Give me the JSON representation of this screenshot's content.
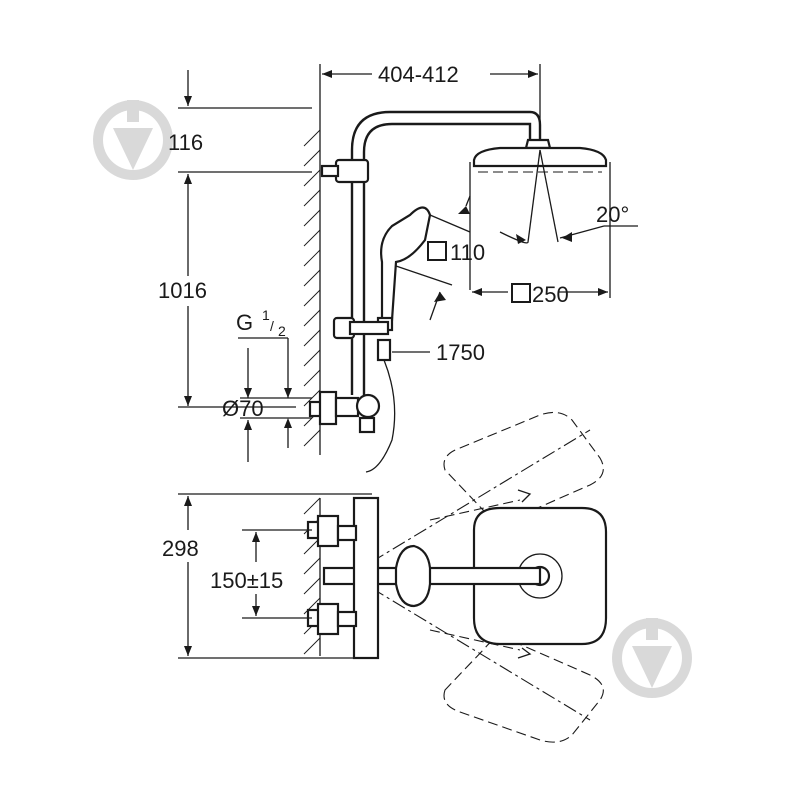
{
  "dimensions": {
    "top_reach": "404-412",
    "top_offset": "116",
    "height_total": "1016",
    "thread_main": "G",
    "thread_num": "1",
    "thread_den": "2",
    "pipe_diameter": "Ø70",
    "tilt_angle": "20°",
    "hand_shower_size": "110",
    "head_shower_size": "250",
    "hose_length": "1750",
    "depth": "298",
    "inlet_spacing": "150±15"
  },
  "icons": {
    "square_symbol": "square-size-icon",
    "watermark": "watermark-icon"
  },
  "colors": {
    "line": "#1a1a1a",
    "watermark": "#d9d9d9",
    "background": "#ffffff"
  }
}
